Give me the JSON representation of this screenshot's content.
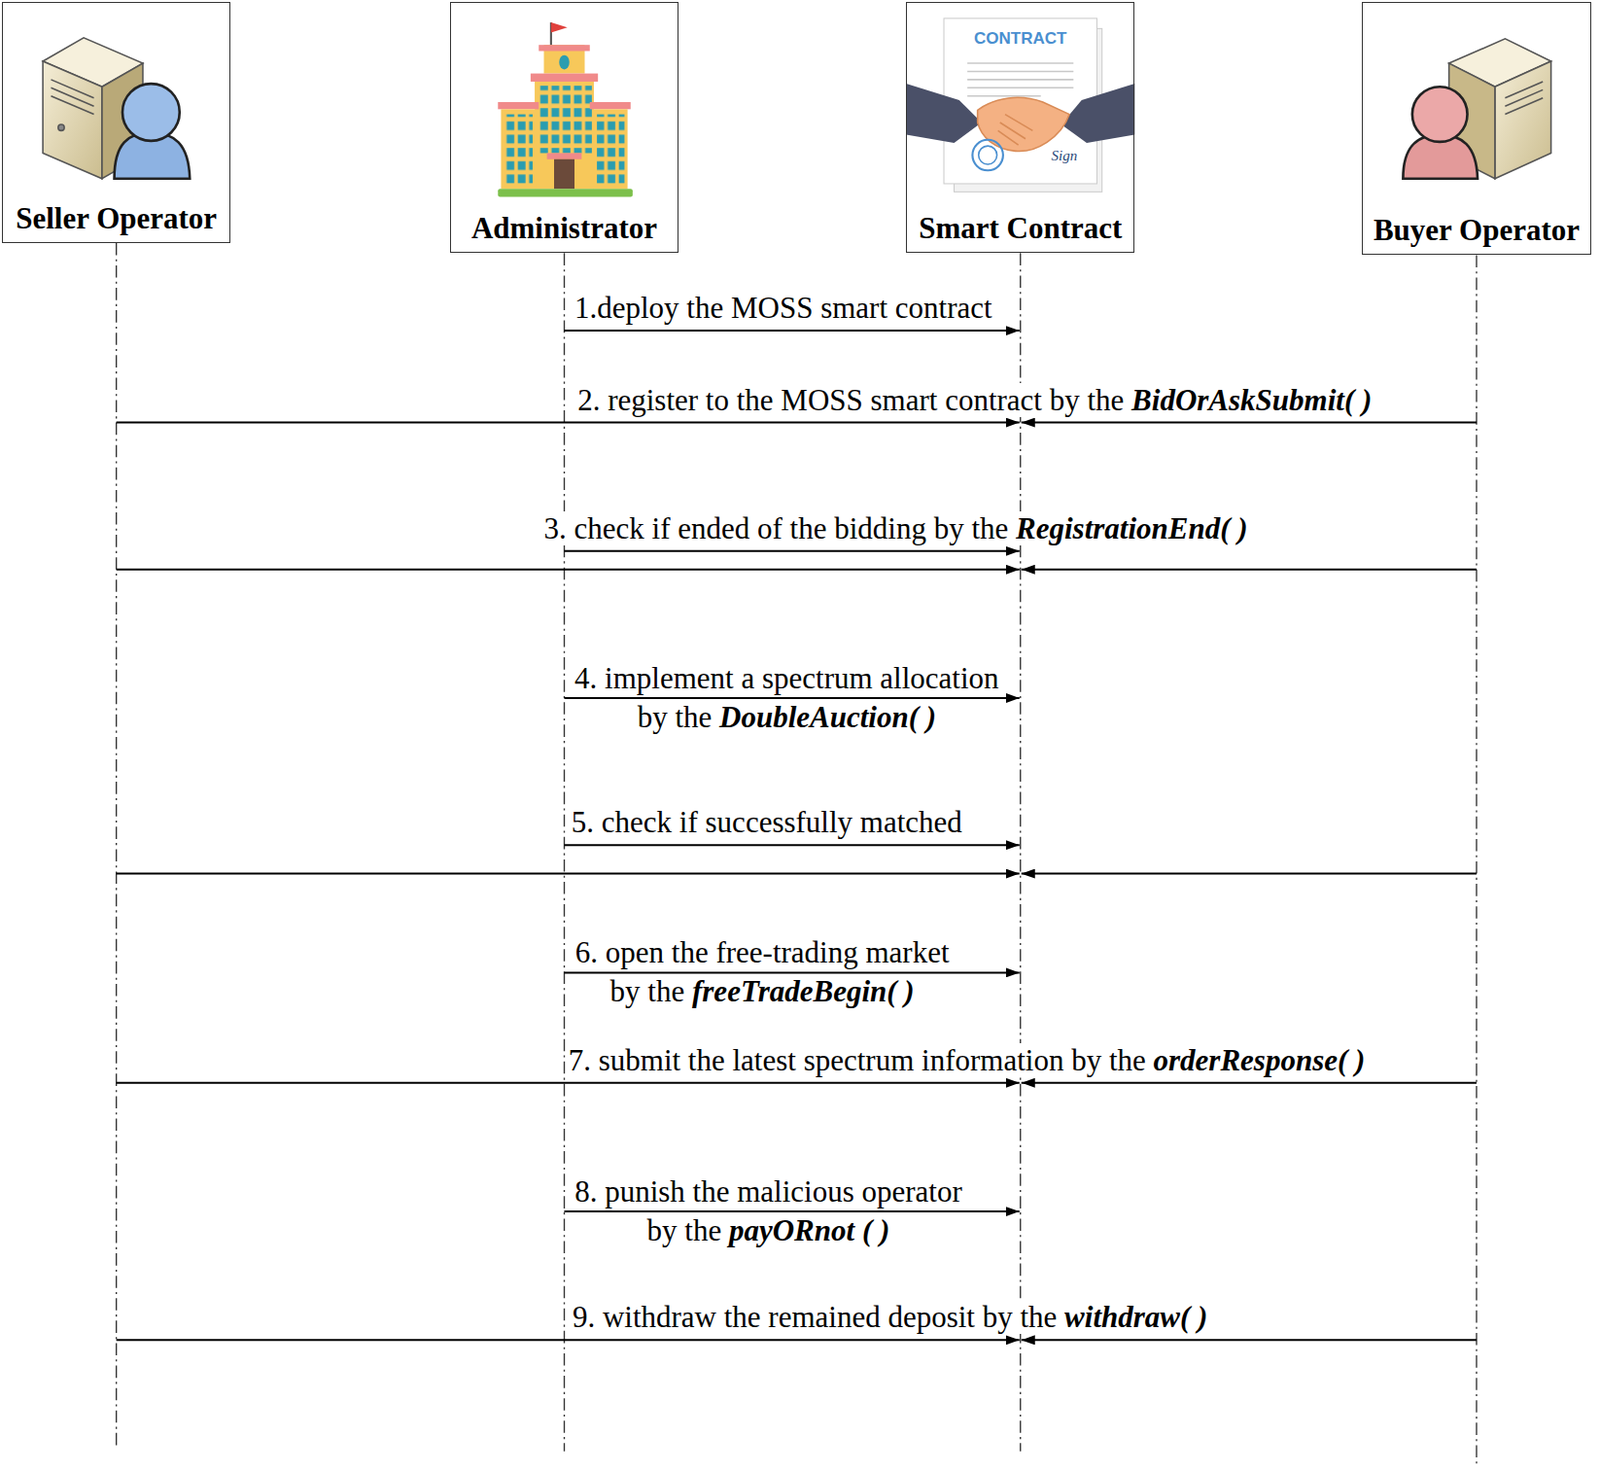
{
  "diagram": {
    "nodes": [
      {
        "text": [
          "Seller Operator"
        ]
      },
      {
        "text": [
          "Administrator"
        ]
      },
      {
        "text": [
          "Smart Contract"
        ]
      },
      {
        "text": [
          "Buyer Operator"
        ]
      }
    ],
    "edges": [
      {
        "from": 1,
        "to": 2,
        "arrow": "to",
        "label": "1.deploy the MOSS smart contract"
      },
      {
        "from": 0,
        "to": 2,
        "arrow": "to",
        "label": "2. register to the MOSS smart contract by the BidOrAskSubmit( )"
      },
      {
        "from": 3,
        "to": 2,
        "arrow": "to"
      },
      {
        "from": 1,
        "to": 2,
        "arrow": "to",
        "label": "3. check if ended of the bidding by the RegistrationEnd( )"
      },
      {
        "from": 0,
        "to": 2,
        "arrow": "to"
      },
      {
        "from": 3,
        "to": 2,
        "arrow": "to"
      },
      {
        "from": 1,
        "to": 2,
        "arrow": "to",
        "label": "4. implement a spectrum allocation by the DoubleAuction( )"
      },
      {
        "from": 1,
        "to": 2,
        "arrow": "to",
        "label": "5. check if successfully matched"
      },
      {
        "from": 0,
        "to": 2,
        "arrow": "to"
      },
      {
        "from": 3,
        "to": 2,
        "arrow": "to"
      },
      {
        "from": 1,
        "to": 2,
        "arrow": "to",
        "label": "6. open the free-trading market by the freeTradeBegin( )"
      },
      {
        "from": 0,
        "to": 2,
        "arrow": "to",
        "label": "7. submit the latest spectrum information by the orderResponse( )"
      },
      {
        "from": 3,
        "to": 2,
        "arrow": "to"
      },
      {
        "from": 1,
        "to": 2,
        "arrow": "to",
        "label": "8. punish the malicious operator by the payORnot ( )"
      },
      {
        "from": 0,
        "to": 2,
        "arrow": "to",
        "label": "9. withdraw the remained deposit by the withdraw( )"
      },
      {
        "from": 3,
        "to": 2,
        "arrow": "to"
      }
    ],
    "labels": [
      "CONTRACT",
      "Sign"
    ]
  }
}
